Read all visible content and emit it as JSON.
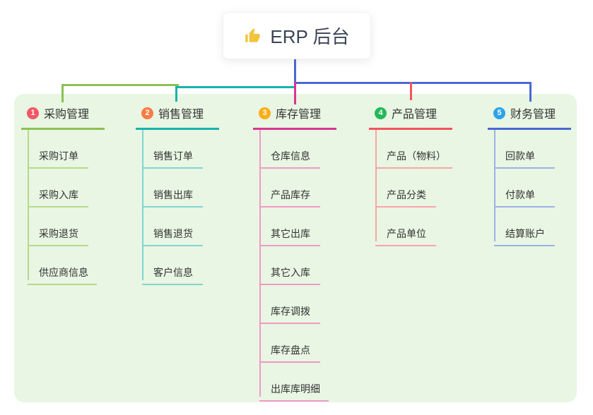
{
  "root": {
    "label": "ERP 后台",
    "icon": "thumbs-up",
    "icon_color": "#f2c43d",
    "drop_line_color": "#4a69d2"
  },
  "panel": {
    "background": "#e8f6e3"
  },
  "branches": [
    {
      "badge": "1",
      "label": "采购管理",
      "badge_color": "#f25767",
      "line_color": "#8cc152",
      "sub_line_color": "#b5da8c",
      "children": [
        "采购订单",
        "采购入库",
        "采购退货",
        "供应商信息"
      ]
    },
    {
      "badge": "2",
      "label": "销售管理",
      "badge_color": "#f97c44",
      "line_color": "#17b3ae",
      "sub_line_color": "#82d5cf",
      "children": [
        "销售订单",
        "销售出库",
        "销售退货",
        "客户信息"
      ]
    },
    {
      "badge": "3",
      "label": "库存管理",
      "badge_color": "#fbae17",
      "line_color": "#d9368f",
      "sub_line_color": "#f09ac6",
      "children": [
        "仓库信息",
        "产品库存",
        "其它出库",
        "其它入库",
        "库存调拨",
        "库存盘点",
        "出库库明细"
      ]
    },
    {
      "badge": "4",
      "label": "产品管理",
      "badge_color": "#25b857",
      "line_color": "#f4545c",
      "sub_line_color": "#fba4a8",
      "children": [
        "产品（物料）",
        "产品分类",
        "产品单位"
      ]
    },
    {
      "badge": "5",
      "label": "财务管理",
      "badge_color": "#2ba4e8",
      "line_color": "#4a69d2",
      "sub_line_color": "#9fb1e6",
      "children": [
        "回款单",
        "付款单",
        "结算账户"
      ]
    }
  ]
}
